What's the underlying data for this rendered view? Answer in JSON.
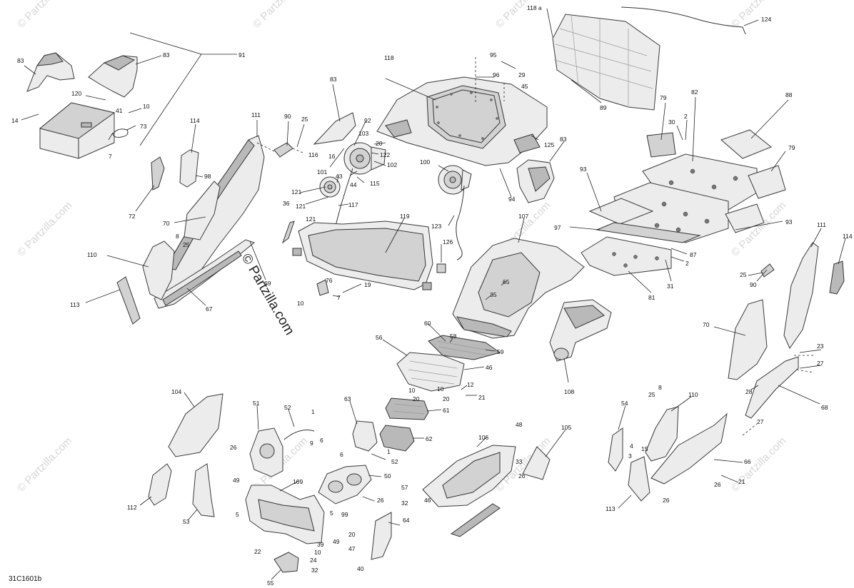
{
  "diagram": {
    "code": "31C1601b",
    "watermark_main": "© Partzilla.com",
    "watermark_tile": "© Partzilla.com",
    "callouts": [
      {
        "id": "c83a",
        "text": "83"
      },
      {
        "id": "c83b",
        "text": "83"
      },
      {
        "id": "c91",
        "text": "91"
      },
      {
        "id": "c120",
        "text": "120"
      },
      {
        "id": "c10a",
        "text": "10"
      },
      {
        "id": "c41",
        "text": "41"
      },
      {
        "id": "c14",
        "text": "14"
      },
      {
        "id": "c73",
        "text": "73"
      },
      {
        "id": "c7a",
        "text": "7"
      },
      {
        "id": "c111a",
        "text": "111"
      },
      {
        "id": "c90a",
        "text": "90"
      },
      {
        "id": "c25a",
        "text": "25"
      },
      {
        "id": "c114a",
        "text": "114"
      },
      {
        "id": "c98",
        "text": "98"
      },
      {
        "id": "c72",
        "text": "72"
      },
      {
        "id": "c70a",
        "text": "70"
      },
      {
        "id": "c8a",
        "text": "8"
      },
      {
        "id": "c25b",
        "text": "25"
      },
      {
        "id": "c110a",
        "text": "110"
      },
      {
        "id": "c113a",
        "text": "113"
      },
      {
        "id": "c67",
        "text": "67"
      },
      {
        "id": "c69",
        "text": "69"
      },
      {
        "id": "c36",
        "text": "36"
      },
      {
        "id": "c83c",
        "text": "83"
      },
      {
        "id": "c92",
        "text": "92"
      },
      {
        "id": "c103",
        "text": "103"
      },
      {
        "id": "c116",
        "text": "116"
      },
      {
        "id": "c16",
        "text": "16"
      },
      {
        "id": "c20a",
        "text": "20"
      },
      {
        "id": "c122",
        "text": "122"
      },
      {
        "id": "c102",
        "text": "102"
      },
      {
        "id": "c43",
        "text": "43"
      },
      {
        "id": "c101",
        "text": "101"
      },
      {
        "id": "c44",
        "text": "44"
      },
      {
        "id": "c115",
        "text": "115"
      },
      {
        "id": "c121a",
        "text": "121"
      },
      {
        "id": "c121b",
        "text": "121"
      },
      {
        "id": "c121c",
        "text": "121"
      },
      {
        "id": "c117",
        "text": "117"
      },
      {
        "id": "c118",
        "text": "118"
      },
      {
        "id": "c95",
        "text": "95"
      },
      {
        "id": "c96",
        "text": "96"
      },
      {
        "id": "c29",
        "text": "29"
      },
      {
        "id": "c45",
        "text": "45"
      },
      {
        "id": "c125",
        "text": "125"
      },
      {
        "id": "c83d",
        "text": "83"
      },
      {
        "id": "c100",
        "text": "100"
      },
      {
        "id": "c94",
        "text": "94"
      },
      {
        "id": "c123",
        "text": "123"
      },
      {
        "id": "c119",
        "text": "119"
      },
      {
        "id": "c126",
        "text": "126"
      },
      {
        "id": "c76",
        "text": "76"
      },
      {
        "id": "c19",
        "text": "19"
      },
      {
        "id": "c7b",
        "text": "7"
      },
      {
        "id": "c10b",
        "text": "10"
      },
      {
        "id": "c107",
        "text": "107"
      },
      {
        "id": "c65",
        "text": "65"
      },
      {
        "id": "c35",
        "text": "35"
      },
      {
        "id": "c118a",
        "text": "118 a"
      },
      {
        "id": "c124",
        "text": "124"
      },
      {
        "id": "c89",
        "text": "89"
      },
      {
        "id": "c79a",
        "text": "79"
      },
      {
        "id": "c82",
        "text": "82"
      },
      {
        "id": "c88",
        "text": "88"
      },
      {
        "id": "c30",
        "text": "30"
      },
      {
        "id": "c2a",
        "text": "2"
      },
      {
        "id": "c79b",
        "text": "79"
      },
      {
        "id": "c93a",
        "text": "93"
      },
      {
        "id": "c97",
        "text": "97"
      },
      {
        "id": "c93b",
        "text": "93"
      },
      {
        "id": "c87",
        "text": "87"
      },
      {
        "id": "c2b",
        "text": "2"
      },
      {
        "id": "c31",
        "text": "31"
      },
      {
        "id": "c81",
        "text": "81"
      },
      {
        "id": "c111b",
        "text": "111"
      },
      {
        "id": "c114b",
        "text": "114"
      },
      {
        "id": "c25c",
        "text": "25"
      },
      {
        "id": "c90b",
        "text": "90"
      },
      {
        "id": "c70b",
        "text": "70"
      },
      {
        "id": "c23",
        "text": "23"
      },
      {
        "id": "c27a",
        "text": "27"
      },
      {
        "id": "c28",
        "text": "28"
      },
      {
        "id": "c68",
        "text": "68"
      },
      {
        "id": "c108",
        "text": "108"
      },
      {
        "id": "c60",
        "text": "60"
      },
      {
        "id": "c58",
        "text": "58"
      },
      {
        "id": "c59",
        "text": "59"
      },
      {
        "id": "c56",
        "text": "56"
      },
      {
        "id": "c46a",
        "text": "46"
      },
      {
        "id": "c10c",
        "text": "10"
      },
      {
        "id": "c10d",
        "text": "10"
      },
      {
        "id": "c20b",
        "text": "20"
      },
      {
        "id": "c20c",
        "text": "20"
      },
      {
        "id": "c12",
        "text": "12"
      },
      {
        "id": "c21a",
        "text": "21"
      },
      {
        "id": "c104",
        "text": "104"
      },
      {
        "id": "c51",
        "text": "51"
      },
      {
        "id": "c52a",
        "text": "52"
      },
      {
        "id": "c1a",
        "text": "1"
      },
      {
        "id": "c9",
        "text": "9"
      },
      {
        "id": "c6a",
        "text": "6"
      },
      {
        "id": "c63",
        "text": "63"
      },
      {
        "id": "c61",
        "text": "61"
      },
      {
        "id": "c62",
        "text": "62"
      },
      {
        "id": "c6b",
        "text": "6"
      },
      {
        "id": "c1b",
        "text": "1"
      },
      {
        "id": "c52b",
        "text": "52"
      },
      {
        "id": "c26a",
        "text": "26"
      },
      {
        "id": "c112",
        "text": "112"
      },
      {
        "id": "c53",
        "text": "53"
      },
      {
        "id": "c49a",
        "text": "49"
      },
      {
        "id": "c109",
        "text": "109"
      },
      {
        "id": "c50",
        "text": "50"
      },
      {
        "id": "c26b",
        "text": "26"
      },
      {
        "id": "c5a",
        "text": "5"
      },
      {
        "id": "c5b",
        "text": "5"
      },
      {
        "id": "c49b",
        "text": "49"
      },
      {
        "id": "c22",
        "text": "22"
      },
      {
        "id": "c39",
        "text": "39"
      },
      {
        "id": "c10e",
        "text": "10"
      },
      {
        "id": "c24",
        "text": "24"
      },
      {
        "id": "c55",
        "text": "55"
      },
      {
        "id": "c32a",
        "text": "32"
      },
      {
        "id": "c106",
        "text": "106"
      },
      {
        "id": "c48",
        "text": "48"
      },
      {
        "id": "c105",
        "text": "105"
      },
      {
        "id": "c33",
        "text": "33"
      },
      {
        "id": "c26c",
        "text": "26"
      },
      {
        "id": "c57",
        "text": "57"
      },
      {
        "id": "c32b",
        "text": "32"
      },
      {
        "id": "c46b",
        "text": "46"
      },
      {
        "id": "c99",
        "text": "99"
      },
      {
        "id": "c64",
        "text": "64"
      },
      {
        "id": "c20d",
        "text": "20"
      },
      {
        "id": "c47",
        "text": "47"
      },
      {
        "id": "c40",
        "text": "40"
      },
      {
        "id": "c54",
        "text": "54"
      },
      {
        "id": "c25d",
        "text": "25"
      },
      {
        "id": "c8b",
        "text": "8"
      },
      {
        "id": "c110b",
        "text": "110"
      },
      {
        "id": "c27b",
        "text": "27"
      },
      {
        "id": "c4",
        "text": "4"
      },
      {
        "id": "c15",
        "text": "15"
      },
      {
        "id": "c3",
        "text": "3"
      },
      {
        "id": "c66",
        "text": "66"
      },
      {
        "id": "c113b",
        "text": "113"
      },
      {
        "id": "c21b",
        "text": "21"
      },
      {
        "id": "c26d",
        "text": "26"
      },
      {
        "id": "c26e",
        "text": "26"
      }
    ]
  }
}
